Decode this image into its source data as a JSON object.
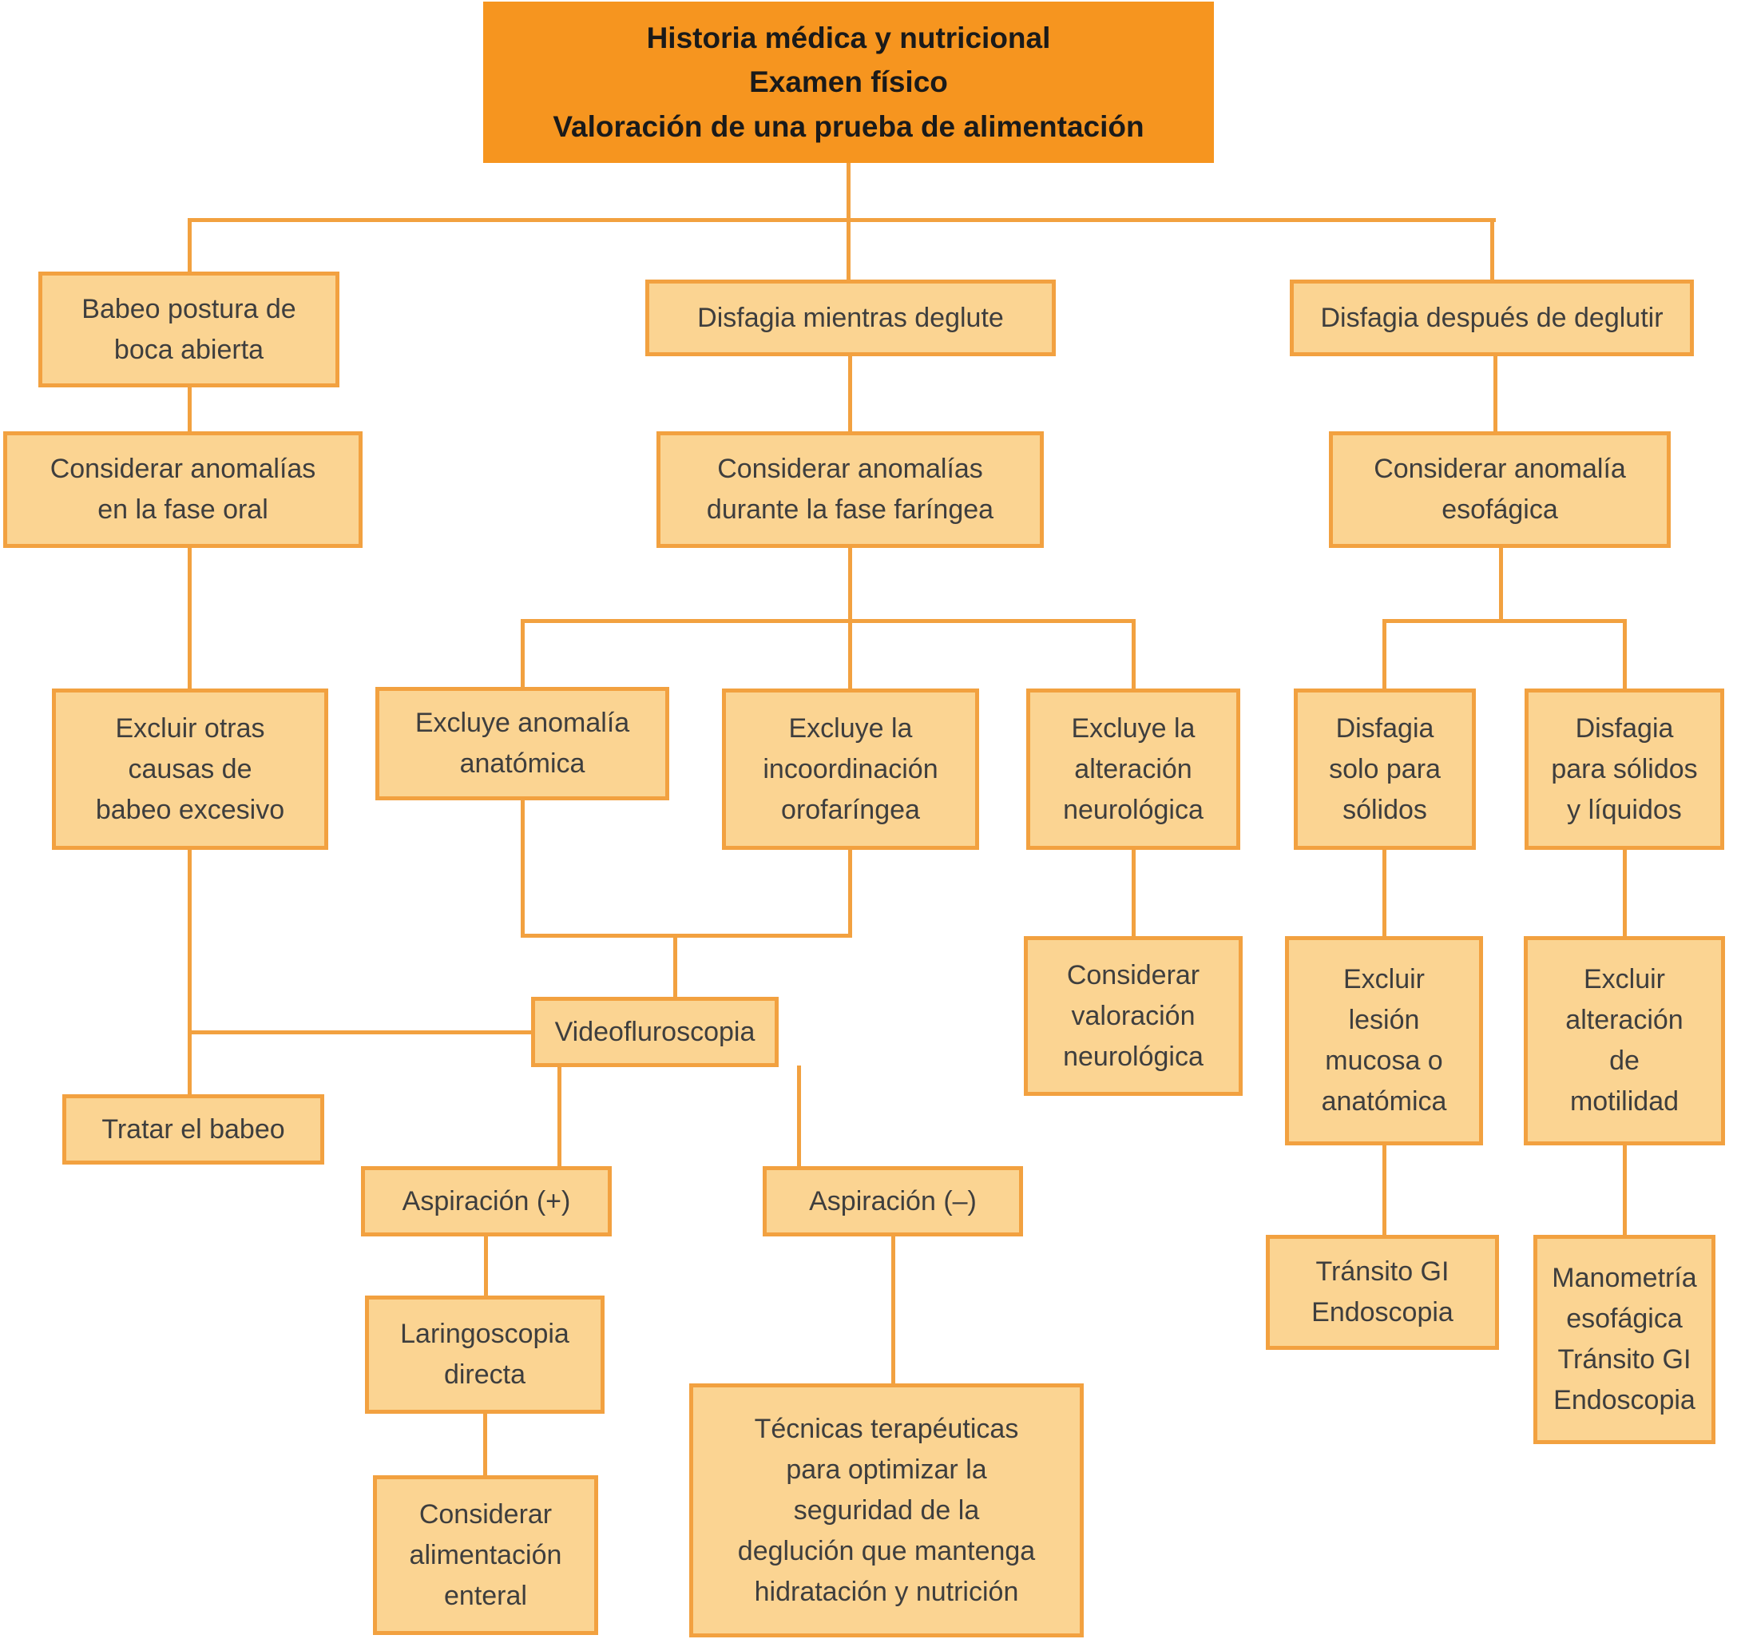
{
  "palette": {
    "header_fill": "#F6951F",
    "box_fill": "#FBD492",
    "box_border": "#F2A140",
    "connector": "#F2A140",
    "box_text": "#3E3E3E",
    "header_text": "#1A1A1A"
  },
  "nodes": {
    "header": {
      "label": "Historia médica y nutricional\nExamen físico\nValoración de una prueba de alimentación"
    },
    "babeo": {
      "label": "Babeo postura de\nboca abierta"
    },
    "disfagia_mientras": {
      "label": "Disfagia mientras deglute"
    },
    "disfagia_despues": {
      "label": "Disfagia después de deglutir"
    },
    "considerar_oral": {
      "label": "Considerar anomalías\nen la fase oral"
    },
    "considerar_faringea": {
      "label": "Considerar anomalías\ndurante la fase faríngea"
    },
    "considerar_esofagica": {
      "label": "Considerar anomalía\nesofágica"
    },
    "excluir_otras": {
      "label": "Excluir otras\ncausas de\nbabeo excesivo"
    },
    "excluye_anatomica": {
      "label": "Excluye anomalía\nanatómica"
    },
    "excluye_incoordinacion": {
      "label": "Excluye la\nincoordinación\norofaríngea"
    },
    "excluye_neurologica": {
      "label": "Excluye la\nalteración\nneurológica"
    },
    "disfagia_solidos": {
      "label": "Disfagia\nsolo para\nsólidos"
    },
    "disfagia_solidos_liquidos": {
      "label": "Disfagia\npara sólidos\ny líquidos"
    },
    "videofluroscopia": {
      "label": "Videofluroscopia"
    },
    "tratar_babeo": {
      "label": "Tratar el babeo"
    },
    "considerar_valoracion_neurologica": {
      "label": "Considerar\nvaloración\nneurológica"
    },
    "excluir_lesion": {
      "label": "Excluir\nlesión\nmucosa o\nanatómica"
    },
    "excluir_motilidad": {
      "label": "Excluir\nalteración\nde\nmotilidad"
    },
    "aspiracion_positiva": {
      "label": "Aspiración (+)"
    },
    "aspiracion_negativa": {
      "label": "Aspiración (–)"
    },
    "laringoscopia": {
      "label": "Laringoscopia\ndirecta"
    },
    "considerar_enteral": {
      "label": "Considerar\nalimentación\nenteral"
    },
    "tecnicas": {
      "label": "Técnicas terapéuticas\npara optimizar la\nseguridad de la\ndeglución que mantenga\nhidratación y nutrición"
    },
    "transito_gi": {
      "label": "Tránsito GI\nEndoscopia"
    },
    "manometria": {
      "label": "Manometría\nesofágica\nTránsito GI\nEndoscopia"
    }
  }
}
